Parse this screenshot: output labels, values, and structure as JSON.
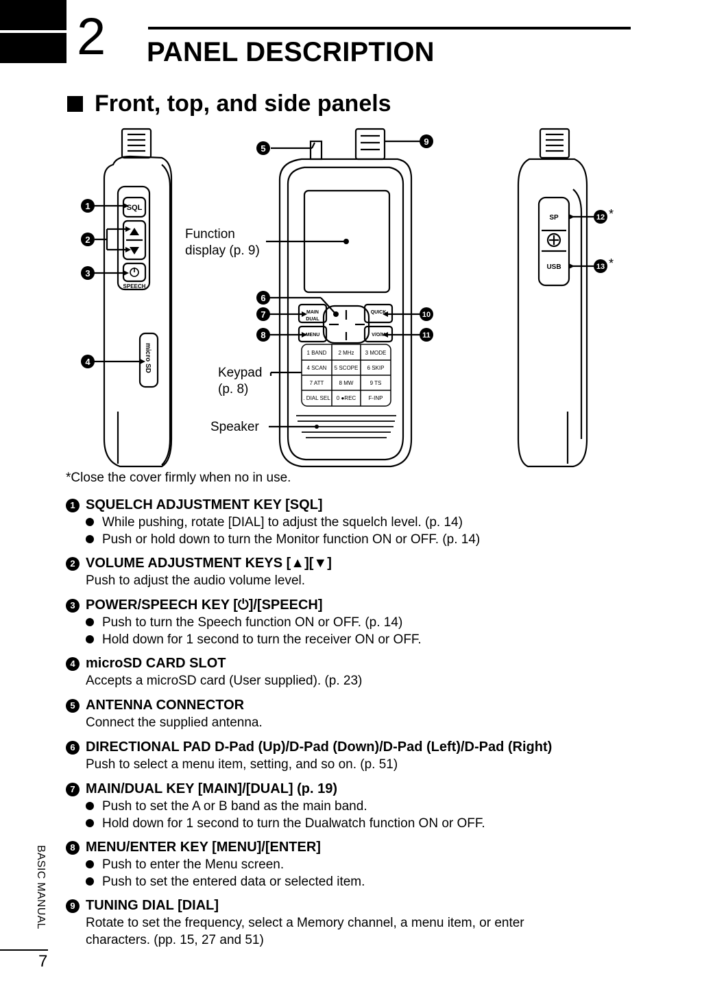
{
  "header": {
    "chapter_number": "2",
    "chapter_title": "PANEL DESCRIPTION",
    "section_title": "Front, top, and side panels"
  },
  "figure": {
    "callout_function_display_1": "Function",
    "callout_function_display_2": "display (p. 9)",
    "callout_keypad_1": "Keypad",
    "callout_keypad_2": "(p. 8)",
    "callout_speaker": "Speaker",
    "left_side_keys": {
      "sql": "SQL",
      "speech": "SPEECH",
      "micro_sd": "micro SD"
    },
    "right_side_ports": {
      "sp": "SP",
      "usb": "USB"
    },
    "front_keys": {
      "main": "MAIN",
      "dual": "DUAL",
      "menu": "MENU",
      "quick": "QUICK",
      "vfo": "V/O/M",
      "keypad": [
        [
          "1 BAND",
          "2 MHz",
          "3 MODE"
        ],
        [
          "4 SCAN",
          "5 SCOPE",
          "6 SKIP"
        ],
        [
          "7 ATT",
          "8 MW",
          "9 TS"
        ],
        [
          ". DIAL SEL",
          "0 ●REC",
          "F-INP"
        ]
      ]
    },
    "numbers": [
      "1",
      "2",
      "3",
      "4",
      "5",
      "6",
      "7",
      "8",
      "9",
      "10",
      "11",
      "12",
      "13"
    ],
    "asterisk": "*"
  },
  "cover_note": "*Close the cover firmly when no in use.",
  "items": [
    {
      "num": "1",
      "title": "SQUELCH ADJUSTMENT KEY [SQL]",
      "bullets": [
        "While pushing, rotate [DIAL] to adjust the squelch level. (p. 14)",
        "Push or hold down to turn the Monitor function ON or OFF. (p. 14)"
      ]
    },
    {
      "num": "2",
      "title": "VOLUME ADJUSTMENT KEYS [▲][▼]",
      "text": [
        "Push to adjust the audio volume level."
      ]
    },
    {
      "num": "3",
      "title": "POWER/SPEECH KEY [⏻]/[SPEECH]",
      "bullets": [
        "Push to turn the Speech function ON or OFF. (p. 14)",
        "Hold down for 1 second to turn the receiver ON or OFF."
      ]
    },
    {
      "num": "4",
      "title": "microSD CARD SLOT",
      "text": [
        "Accepts a microSD card (User supplied). (p. 23)"
      ]
    },
    {
      "num": "5",
      "title": "ANTENNA CONNECTOR",
      "text": [
        "Connect the supplied antenna."
      ]
    },
    {
      "num": "6",
      "title": "DIRECTIONAL PAD D-Pad (Up)/D-Pad (Down)/D-Pad (Left)/D-Pad (Right)",
      "text": [
        "Push to select a menu item, setting, and so on. (p. 51)"
      ]
    },
    {
      "num": "7",
      "title": "MAIN/DUAL KEY [MAIN]/[DUAL] (p. 19)",
      "bullets": [
        "Push to set the A or B band as the main band.",
        "Hold down for 1 second to turn the Dualwatch function ON or OFF."
      ]
    },
    {
      "num": "8",
      "title": "MENU/ENTER KEY [MENU]/[ENTER]",
      "bullets": [
        "Push to enter the Menu screen.",
        "Push to set the entered data or selected item."
      ]
    },
    {
      "num": "9",
      "title": "TUNING DIAL [DIAL]",
      "text": [
        "Rotate to set the frequency, select a Memory channel, a menu item, or enter",
        "characters. (pp. 15, 27 and 51)"
      ]
    }
  ],
  "footer": {
    "side_label": "BASIC MANUAL",
    "page_number": "7"
  }
}
